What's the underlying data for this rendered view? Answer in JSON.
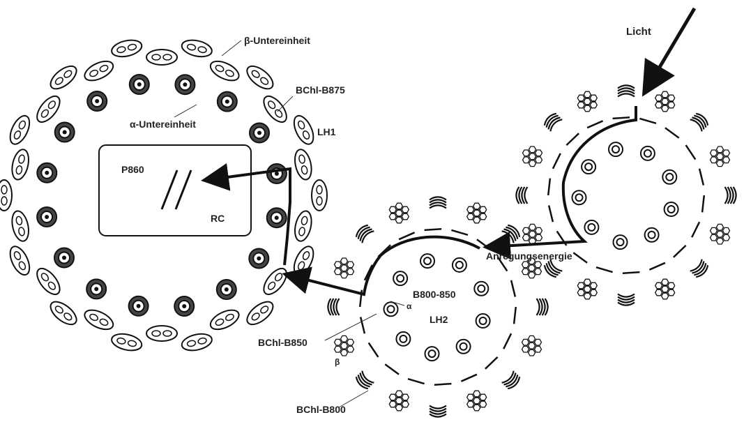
{
  "labels": {
    "beta_subunit": "β-Untereinheit",
    "alpha_subunit": "α-Untereinheit",
    "bchl_b875": "BChl-B875",
    "lh1": "LH1",
    "p860": "P860",
    "rc": "RC",
    "light": "Licht",
    "excitation": "Anregungsenergie",
    "b800_850": "B800-850",
    "lh2": "LH2",
    "bchl_b850": "BChl-B850",
    "bchl_b800": "BChl-B800",
    "alpha_symbol": "α",
    "beta_symbol": "β"
  },
  "colors": {
    "ink": "#111111",
    "label": "#222222",
    "background": "#ffffff"
  },
  "icons": [
    "bchl-ring-icon",
    "helix-icon",
    "porphyrin-hexagon-icon",
    "energy-arrow-icon"
  ]
}
